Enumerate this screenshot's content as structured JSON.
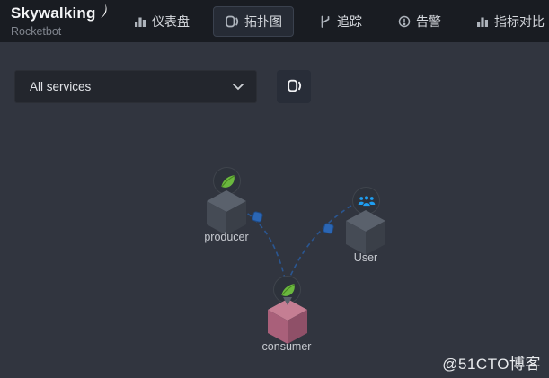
{
  "navbar": {
    "logo_title": "Skywalking",
    "logo_subtitle": "Rocketbot",
    "items": [
      {
        "label": "仪表盘",
        "icon": "dashboard-icon",
        "active": false
      },
      {
        "label": "拓扑图",
        "icon": "topology-icon",
        "active": true
      },
      {
        "label": "追踪",
        "icon": "trace-icon",
        "active": false
      },
      {
        "label": "告警",
        "icon": "alarm-icon",
        "active": false
      },
      {
        "label": "指标对比",
        "icon": "metrics-comparison-icon",
        "active": false
      }
    ]
  },
  "toolbar": {
    "service_selector": {
      "value": "All services",
      "icon": "chevron-down-icon"
    },
    "topology_options_button": {
      "icon": "topology-icon"
    }
  },
  "topology": {
    "nodes": [
      {
        "label": "producer",
        "badge": "spring-leaf-icon",
        "cube_color": "gray"
      },
      {
        "label": "User",
        "badge": "user-group-icon",
        "cube_color": "gray"
      },
      {
        "label": "consumer",
        "badge": "spring-leaf-icon",
        "cube_color": "pink"
      }
    ],
    "edges": [
      {
        "from": "producer",
        "to": "consumer"
      },
      {
        "from": "User",
        "to": "consumer"
      }
    ]
  },
  "watermark": "@51CTO博客",
  "colors": {
    "navbar_bg": "#191c22",
    "main_bg": "#31353f",
    "accent_blue": "#2b66b4",
    "edge_blue": "#2a5a9a",
    "spring_green": "#6ab83e",
    "user_blue": "#1f9ff2",
    "consumer_pink_top": "#c57e93",
    "gray_cube_top": "#5a616c",
    "active_tab_bg": "#262b35"
  }
}
